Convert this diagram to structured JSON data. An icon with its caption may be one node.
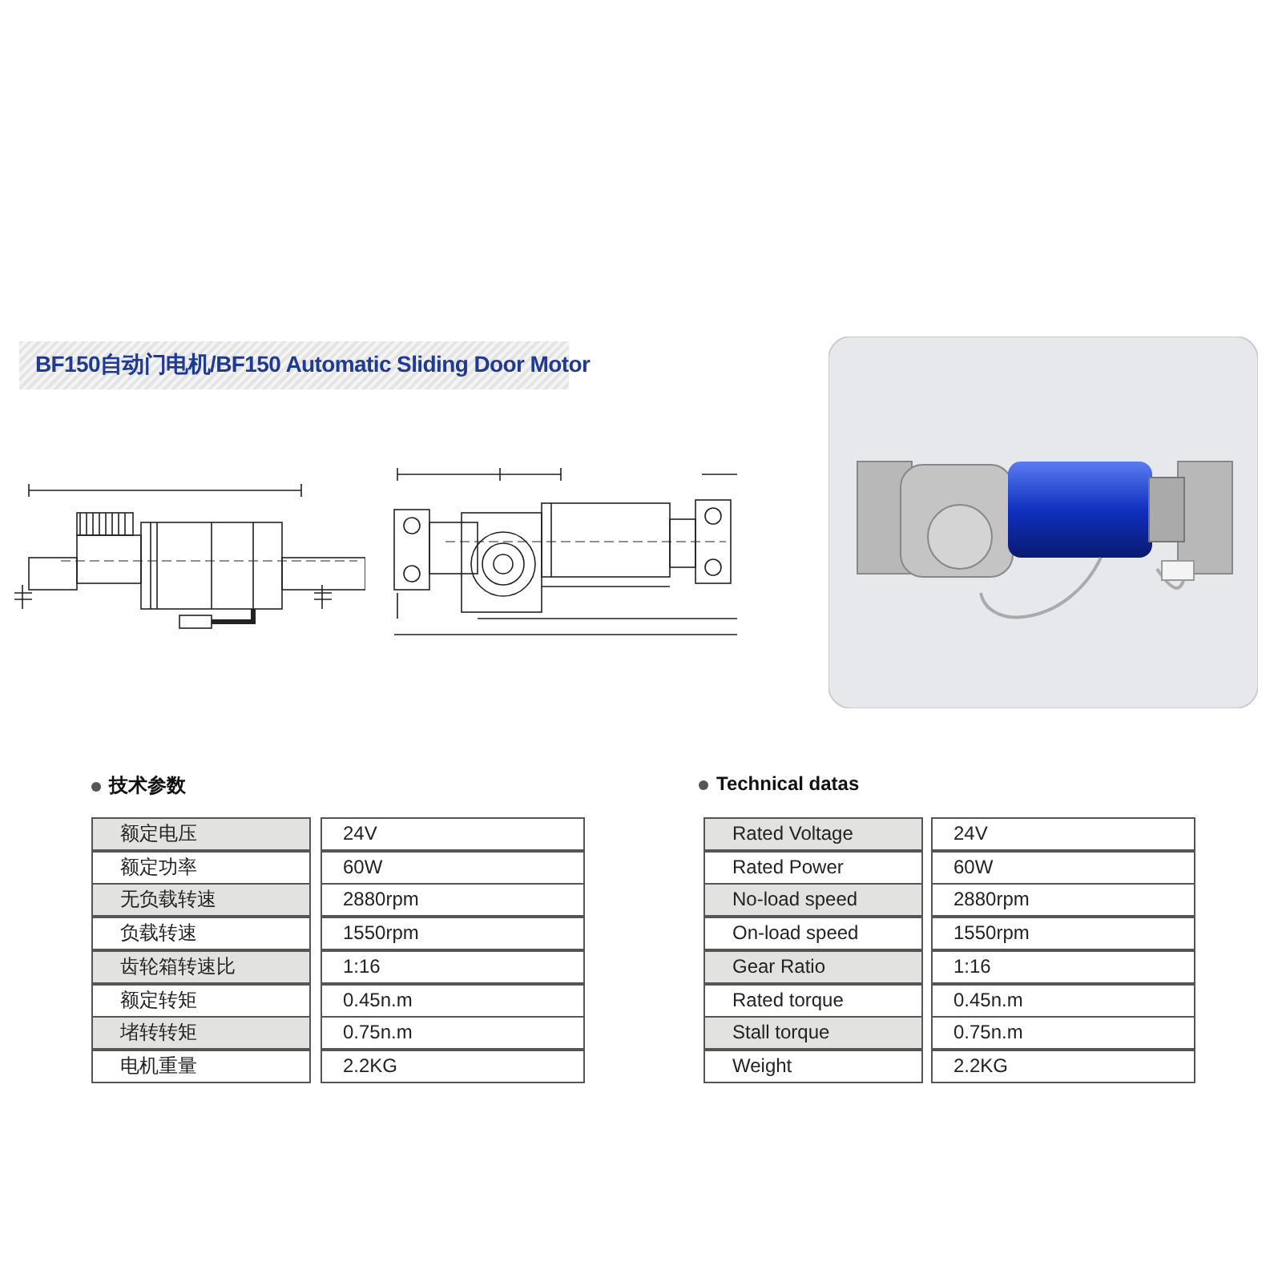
{
  "diagram": {
    "title": "BF150自动门电机/BF150 Automatic Sliding Door Motor",
    "labels": [
      "技术参数",
      "Technical datas",
      "额定电压",
      "24V",
      "额定功率",
      "60W",
      "无负载转速",
      "2880rpm",
      "负载转速",
      "1550rpm",
      "齿轮箱转速比",
      "1:16",
      "额定转矩",
      "0.45n.m",
      "堵转转矩",
      "0.75n.m",
      "电机重量",
      "2.2KG",
      "Rated Voltage",
      "24V",
      "Rated Power",
      "60W",
      "No-load speed",
      "2880rpm",
      "On-load speed",
      "1550rpm",
      "Gear Ratio",
      "1:16",
      "Rated torque",
      "0.45n.m",
      "Stall torque",
      "0.75n.m",
      "Weight",
      "2.2KG"
    ]
  }
}
